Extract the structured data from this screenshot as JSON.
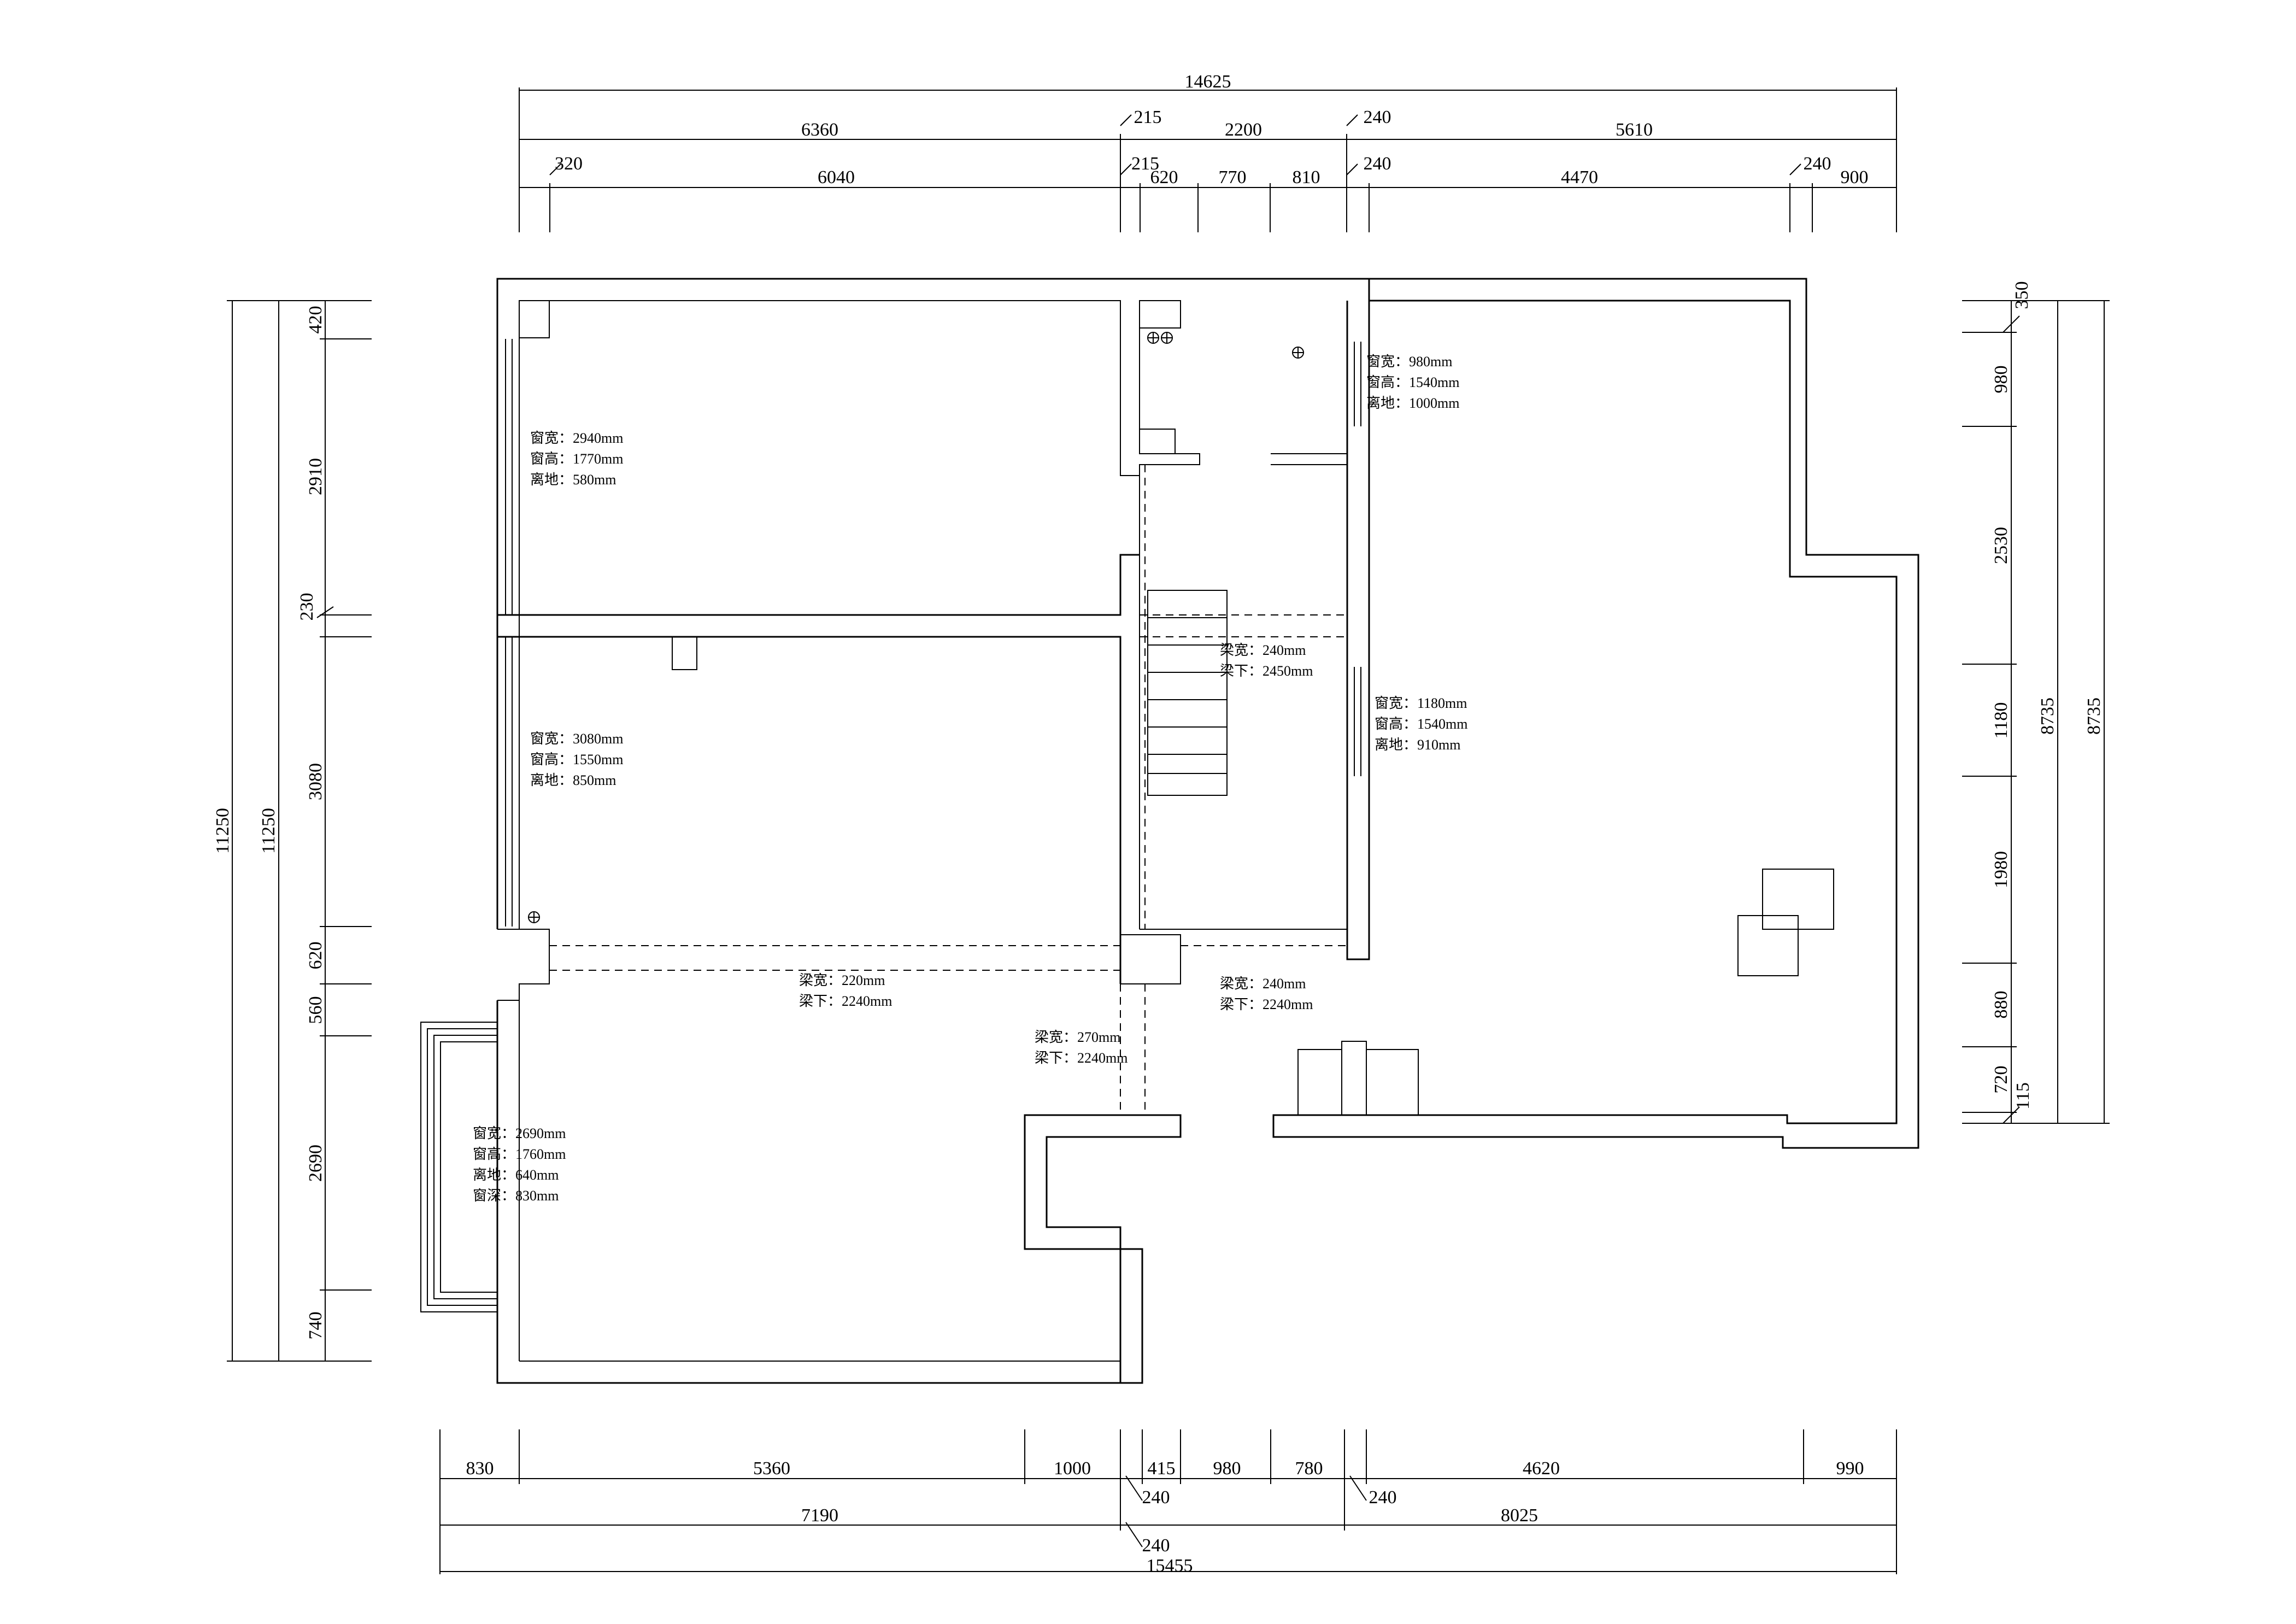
{
  "dimensions": {
    "top_row1": [
      "14625"
    ],
    "top_row2": [
      "6360",
      "215",
      "2200",
      "240",
      "5610"
    ],
    "top_row3": [
      "320",
      "6040",
      "215",
      "620",
      "770",
      "810",
      "240",
      "4470",
      "240",
      "900"
    ],
    "bottom_row1": [
      "830",
      "5360",
      "1000",
      "415",
      "980",
      "780",
      "4620",
      "990"
    ],
    "bottom_row2": [
      "240",
      "7190",
      "240",
      "8025"
    ],
    "bottom_row3": [
      "240",
      "15455"
    ],
    "left_outer": [
      "11250",
      "11250"
    ],
    "left_inner": [
      "420",
      "2910",
      "230",
      "3080",
      "620",
      "560",
      "2690",
      "740"
    ],
    "right_inner": [
      "350",
      "980",
      "2530",
      "1180",
      "1980",
      "880",
      "720",
      "115"
    ],
    "right_outer": [
      "8735",
      "8735"
    ]
  },
  "notes": {
    "win_top_left": [
      "窗宽：2940mm",
      "窗高：1770mm",
      "离地：580mm"
    ],
    "win_mid_left": [
      "窗宽：3080mm",
      "窗高：1550mm",
      "离地：850mm"
    ],
    "win_bay": [
      "窗宽：2690mm",
      "窗高：1760mm",
      "离地：640mm",
      "窗深：830mm"
    ],
    "win_top_center": [
      "窗宽：980mm",
      "窗高：1540mm",
      "离地：1000mm"
    ],
    "win_mid_right": [
      "窗宽：1180mm",
      "窗高：1540mm",
      "离地：910mm"
    ],
    "beam_stair": [
      "梁宽：240mm",
      "梁下：2450mm"
    ],
    "beam_left": [
      "梁宽：220mm",
      "梁下：2240mm"
    ],
    "beam_right": [
      "梁宽：240mm",
      "梁下：2240mm"
    ],
    "beam_corridor": [
      "梁宽：270mm",
      "梁下：2240mm"
    ]
  }
}
